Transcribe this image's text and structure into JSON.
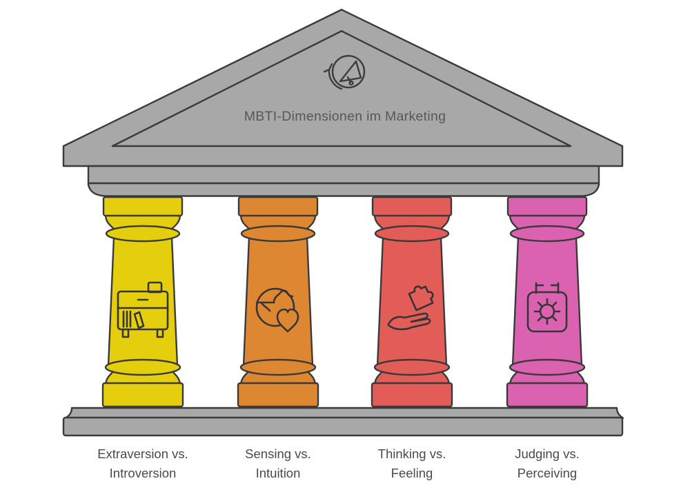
{
  "title": "MBTI-Dimensionen im Marketing",
  "pediment_icon": "megaphone-refresh-icon",
  "colors": {
    "structure_gray": "#a8a8a8",
    "outline": "#3a3a3a",
    "title_text": "#57575a",
    "label_text": "#4a4a4a",
    "background": "#ffffff"
  },
  "pillars": [
    {
      "id": "extraversion-introversion",
      "color": "#e5ce0d",
      "icon": "sideboard-icon",
      "label_line1": "Extraversion vs.",
      "label_line2": "Introversion"
    },
    {
      "id": "sensing-intuition",
      "color": "#de8733",
      "icon": "globe-heart-icon",
      "label_line1": "Sensing vs.",
      "label_line2": "Intuition"
    },
    {
      "id": "thinking-feeling",
      "color": "#e25d58",
      "icon": "hand-puzzle-icon",
      "label_line1": "Thinking vs.",
      "label_line2": "Feeling"
    },
    {
      "id": "judging-perceiving",
      "color": "#db61b1",
      "icon": "calendar-sun-icon",
      "label_line1": "Judging vs.",
      "label_line2": "Perceiving"
    }
  ]
}
